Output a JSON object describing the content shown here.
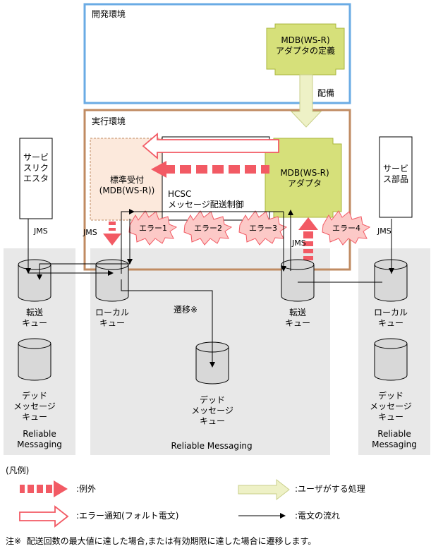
{
  "colors": {
    "dev_border": "#6aabe4",
    "exec_border": "#c08b62",
    "reliable_bg": "#e8e8e8",
    "adapter_fill": "#d6e07a",
    "adapter_border": "#a9b63c",
    "reception_fill": "#fce9dc",
    "error_red": "#f25a64",
    "error_star_fill": "#fcc9c7",
    "user_arrow_fill": "#eef1c6",
    "user_arrow_border": "#c9cf8a"
  },
  "dev_env": {
    "title": "開発環境",
    "adapter_def": "MDB(WS-R)\nアダプタの定義"
  },
  "deploy_label": "配備",
  "exec_env": {
    "title": "実行環境"
  },
  "requester": {
    "label": "サービ\nスリク\nエスタ"
  },
  "service_component": {
    "label": "サービ\nス部品"
  },
  "reception": {
    "label": "標準受付\n(MDB(WS-R))"
  },
  "hcsc": {
    "label": "HCSC\nメッセージ配送制御"
  },
  "adapter": {
    "label": "MDB(WS-R)\nアダプタ"
  },
  "errors": [
    "エラー1",
    "エラー2",
    "エラー3",
    "エラー4"
  ],
  "jms": "JMS",
  "transition_label": "遷移※",
  "reliable_messaging": "Reliable Messaging",
  "reliable_messaging_side": "Reliable\nMessaging",
  "queues": {
    "transfer": "転送\nキュー",
    "local": "ローカル\nキュー",
    "dead": "デッド\nメッセージ\nキュー"
  },
  "legend": {
    "title": "(凡例)",
    "exception": ":例外",
    "user_process": ":ユーザがする処理",
    "error_notify": ":エラー通知(フォルト電文)",
    "message_flow": ":電文の流れ"
  },
  "note": "注※  配送回数の最大値に達した場合,または有効期限に達した場合に遷移します。"
}
